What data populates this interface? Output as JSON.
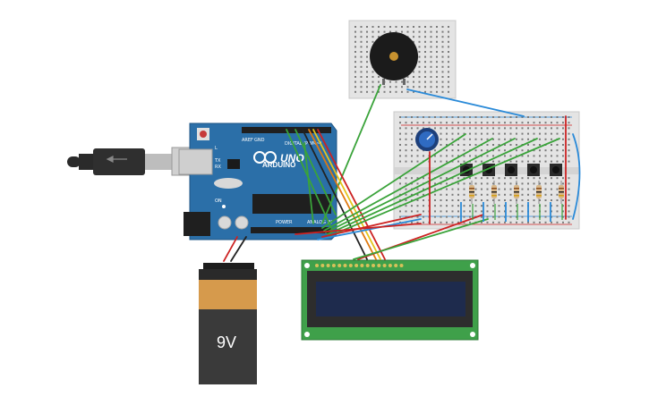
{
  "arduino": {
    "brand": "ARDUINO",
    "model": "UNO",
    "digital_label": "DIGITAL (PWM~)",
    "power_label": "POWER",
    "analog_label": "ANALOG IN",
    "tx_label": "TX",
    "rx_label": "RX",
    "l_label": "L",
    "on_label": "ON",
    "aref_label": "AREF",
    "gnd_label": "GND"
  },
  "battery": {
    "label": "9V"
  },
  "colors": {
    "board": "#2b6fa8",
    "breadboard": "#e4e4e4",
    "lcd_pcb": "#3fa04a",
    "lcd_screen": "#1e2b4d",
    "battery_top": "#d69a4c",
    "battery_body": "#3a3a3a",
    "wire_green": "#3aa33a",
    "wire_red": "#cc2222",
    "wire_blue": "#2a8ad8",
    "wire_orange": "#e07a10",
    "wire_yellow": "#e6c41a",
    "wire_black": "#222222"
  },
  "icons": [
    "usb-cable-icon",
    "buzzer-icon",
    "potentiometer-icon",
    "pushbutton-icon",
    "resistor-icon"
  ]
}
